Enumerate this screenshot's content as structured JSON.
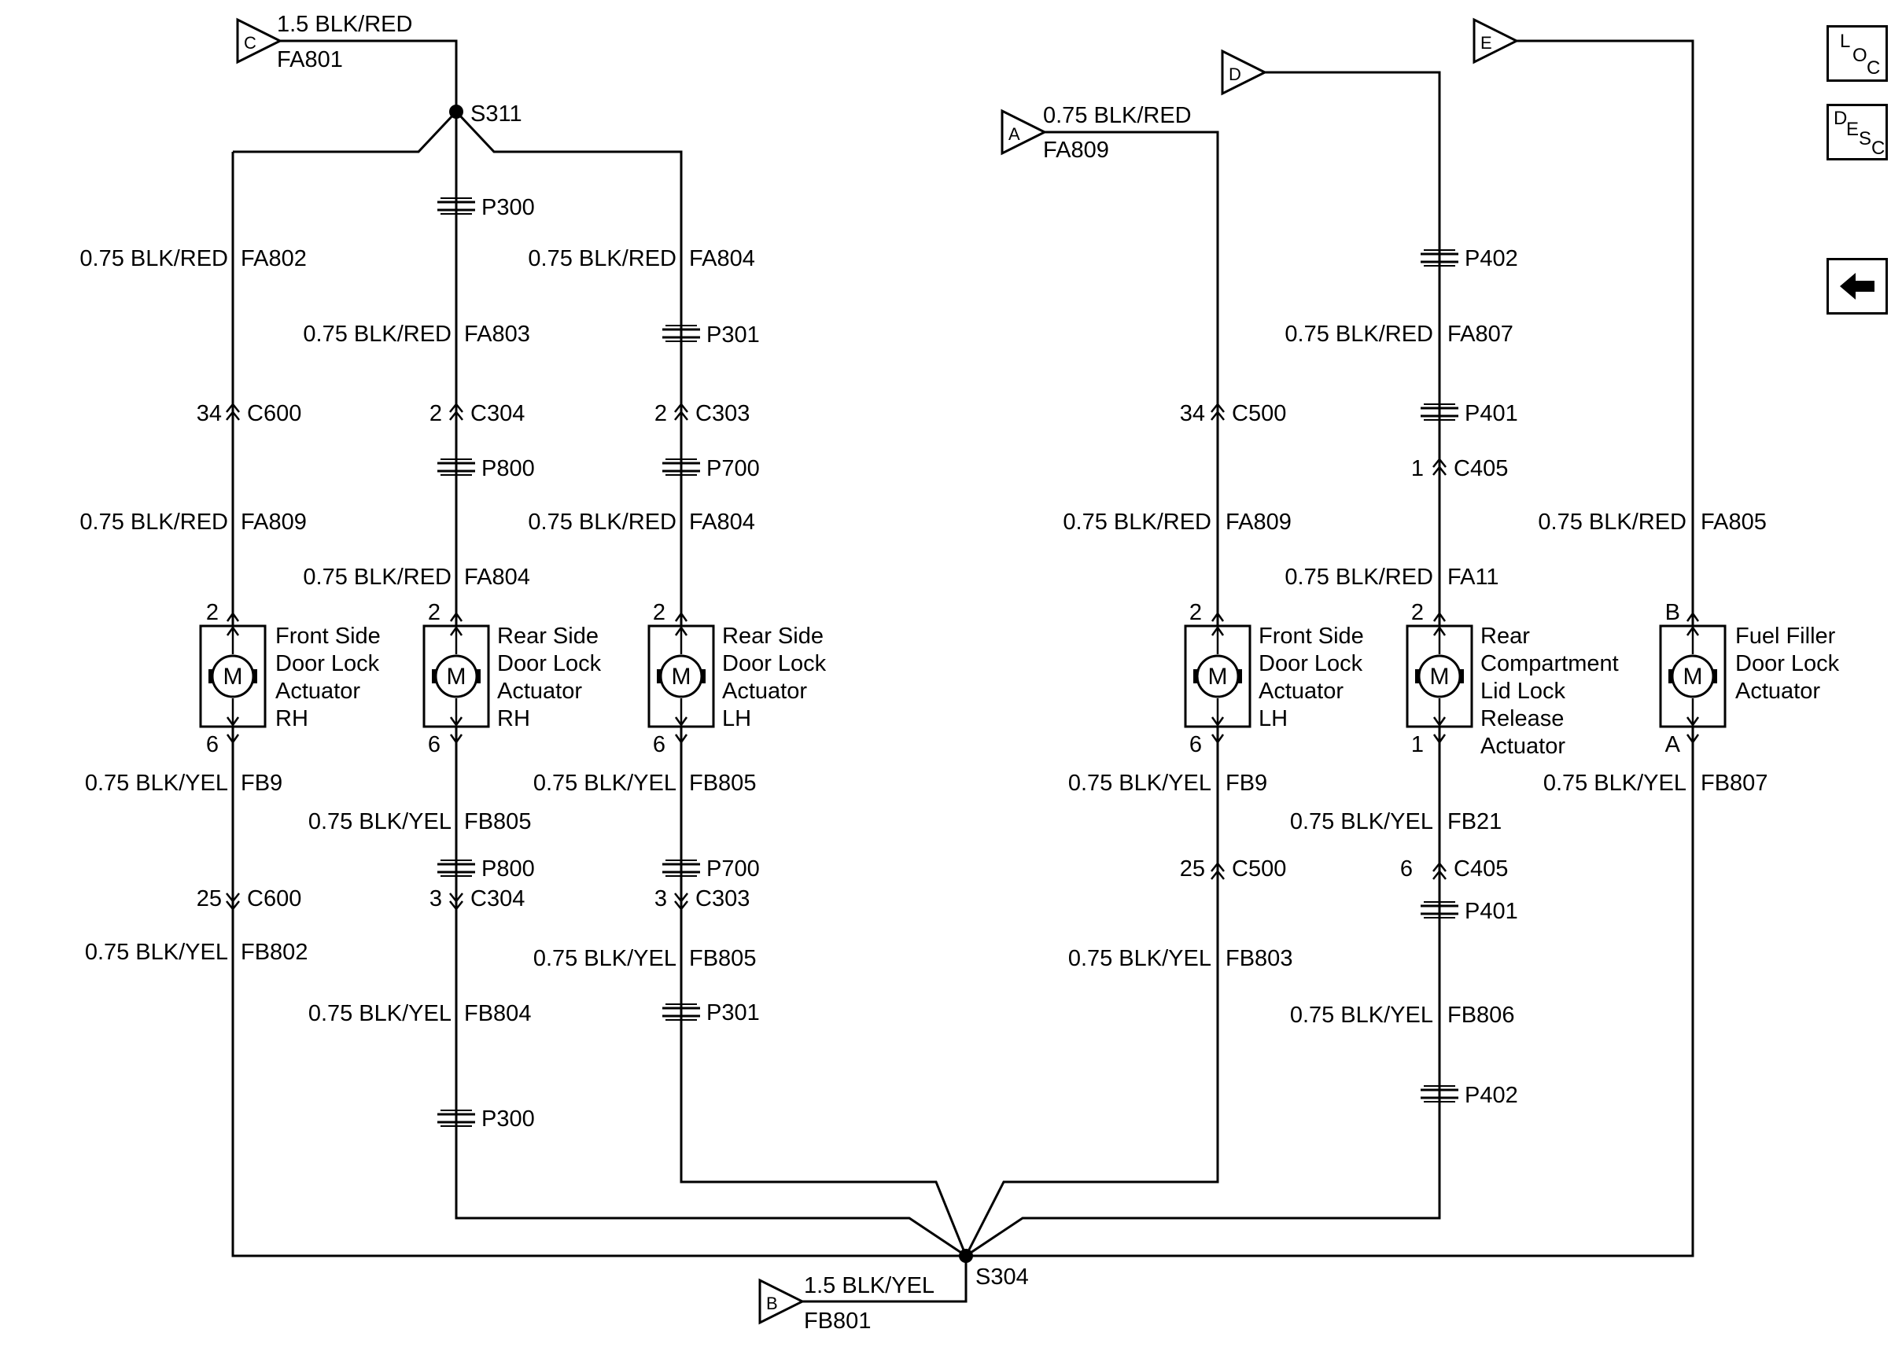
{
  "nav": {
    "loc": [
      "L",
      "O",
      "C"
    ],
    "desc": [
      "D",
      "E",
      "S",
      "C"
    ],
    "back_icon": "back-arrow-icon"
  },
  "inputs": [
    {
      "letter": "C",
      "wire": "1.5 BLK/RED",
      "circuit": "FA801"
    },
    {
      "letter": "D",
      "wire": "",
      "circuit": ""
    },
    {
      "letter": "E",
      "wire": "",
      "circuit": ""
    },
    {
      "letter": "A",
      "wire": "0.75 BLK/RED",
      "circuit": "FA809"
    },
    {
      "letter": "B",
      "wire": "1.5 BLK/YEL",
      "circuit": "FB801"
    }
  ],
  "splices": [
    "S311",
    "S304"
  ],
  "branches": [
    {
      "top_wire": "0.75 BLK/RED",
      "top_circuit": "FA802",
      "upper_inline": [],
      "connector_in": {
        "pin": "34",
        "name": "C600"
      },
      "mid_inline": [],
      "feed_wire": "0.75 BLK/RED",
      "feed_circuit": "FA809",
      "pin_in": "2",
      "pin_out": "6",
      "actuator": [
        "Front Side",
        "Door Lock",
        "Actuator",
        "RH"
      ],
      "out_wire": "0.75 BLK/YEL",
      "out_circuit": "FB9",
      "connector_out": {
        "pin": "25",
        "name": "C600"
      },
      "ground_wire": "0.75 BLK/YEL",
      "ground_circuit": "FB802",
      "lower_inline": []
    },
    {
      "top_wire": "0.75 BLK/RED",
      "top_circuit": "FA803",
      "upper_inline": [
        "P300"
      ],
      "connector_in": {
        "pin": "2",
        "name": "C304"
      },
      "mid_inline": [
        "P800"
      ],
      "feed_wire": "0.75 BLK/RED",
      "feed_circuit": "FA804",
      "pin_in": "2",
      "pin_out": "6",
      "actuator": [
        "Rear Side",
        "Door Lock",
        "Actuator",
        "RH"
      ],
      "out_wire": "0.75 BLK/YEL",
      "out_circuit": "FB805",
      "out_inline": [
        "P800"
      ],
      "connector_out": {
        "pin": "3",
        "name": "C304"
      },
      "ground_wire": "0.75 BLK/YEL",
      "ground_circuit": "FB804",
      "lower_inline": [
        "P300"
      ]
    },
    {
      "top_wire": "0.75 BLK/RED",
      "top_circuit": "FA804",
      "upper_inline": [
        "P301"
      ],
      "connector_in": {
        "pin": "2",
        "name": "C303"
      },
      "mid_inline": [
        "P700"
      ],
      "feed_wire": "0.75 BLK/RED",
      "feed_circuit": "FA804",
      "pin_in": "2",
      "pin_out": "6",
      "actuator": [
        "Rear Side",
        "Door Lock",
        "Actuator",
        "LH"
      ],
      "out_wire": "0.75 BLK/YEL",
      "out_circuit": "FB805",
      "out_inline": [
        "P700"
      ],
      "connector_out": {
        "pin": "3",
        "name": "C303"
      },
      "ground_wire": "0.75 BLK/YEL",
      "ground_circuit": "FB805",
      "lower_inline": [
        "P301"
      ]
    },
    {
      "connector_in": {
        "pin": "34",
        "name": "C500"
      },
      "feed_wire": "0.75 BLK/RED",
      "feed_circuit": "FA809",
      "pin_in": "2",
      "pin_out": "6",
      "actuator": [
        "Front Side",
        "Door Lock",
        "Actuator",
        "LH"
      ],
      "out_wire": "0.75 BLK/YEL",
      "out_circuit": "FB9",
      "connector_out": {
        "pin": "25",
        "name": "C500"
      },
      "ground_wire": "0.75 BLK/YEL",
      "ground_circuit": "FB803"
    },
    {
      "upper_inline": [
        "P402"
      ],
      "top_wire": "0.75 BLK/RED",
      "top_circuit": "FA807",
      "mid_inline": [
        "P401"
      ],
      "connector_in": {
        "pin": "1",
        "name": "C405"
      },
      "feed_wire": "0.75 BLK/RED",
      "feed_circuit": "FA11",
      "pin_in": "2",
      "pin_out": "1",
      "actuator": [
        "Rear",
        "Compartment",
        "Lid Lock",
        "Release",
        "Actuator"
      ],
      "out_wire": "0.75 BLK/YEL",
      "out_circuit": "FB21",
      "connector_out": {
        "pin": "6",
        "name": "C405"
      },
      "out_inline": [
        "P401"
      ],
      "ground_wire": "0.75 BLK/YEL",
      "ground_circuit": "FB806",
      "lower_inline": [
        "P402"
      ]
    },
    {
      "feed_wire": "0.75 BLK/RED",
      "feed_circuit": "FA805",
      "pin_in": "B",
      "pin_out": "A",
      "actuator": [
        "Fuel Filler",
        "Door Lock",
        "Actuator"
      ],
      "out_wire": "0.75 BLK/YEL",
      "out_circuit": "FB807"
    }
  ],
  "motor_symbol": "M",
  "colors": {
    "line": "#000000",
    "background": "#ffffff"
  }
}
